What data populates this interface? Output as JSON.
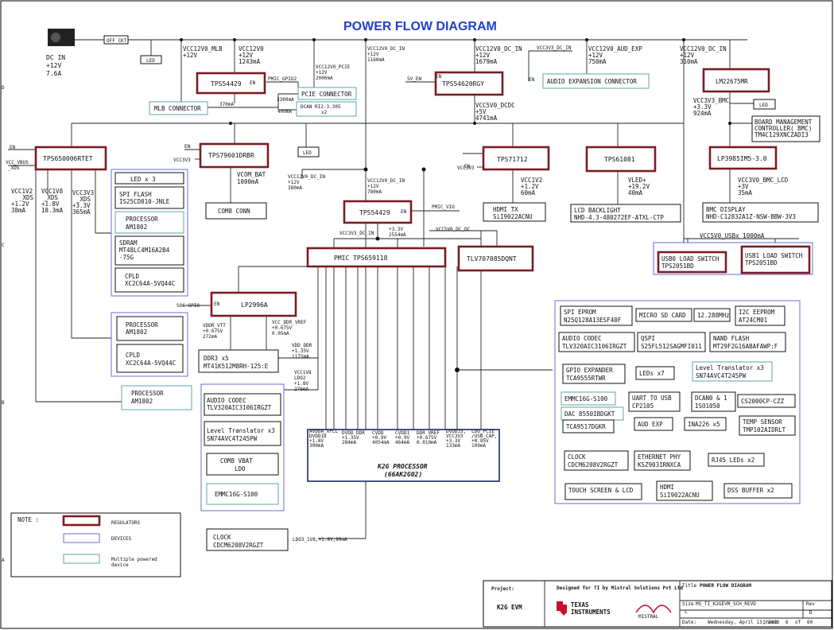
{
  "title": "POWER FLOW DIAGRAM",
  "input": {
    "line1": "DC IN",
    "line2": "+12V",
    "line3": "7.6A",
    "switch": "OFF CKT",
    "led": "LED"
  },
  "rails_top": [
    {
      "name": "VCC12V0_MLB",
      "v": "+12V"
    },
    {
      "name": "VCC12V0",
      "v": "+12V",
      "i": "1243mA"
    },
    {
      "name": "VCC12V0_PCIE",
      "v": "+12V",
      "i": "2000mA"
    },
    {
      "name": "VCC12V0_DC_IN",
      "v": "+12V",
      "i": "1160mA"
    },
    {
      "name": "VCC12V0_DC_IN",
      "v": "+12V",
      "i": "1679mA"
    },
    {
      "name": "VCC3V3_DC_IN"
    },
    {
      "name": "VCC12V0_AUD_EXP",
      "v": "+12V",
      "i": "750mA"
    },
    {
      "name": "VCC12V0_DC_IN",
      "v": "+12V",
      "i": "310mA"
    }
  ],
  "regulators": {
    "tps54429a": "TPS54429",
    "tps54620": "TPS54620RGY",
    "lm": "LM22675MR",
    "tps650006": "TPS650006RTET",
    "tps79601": "TPS79601DRBR",
    "tps71712": "TPS71712",
    "tps61081": "TPS61081",
    "lp3985": "LP3985IM5-3.0",
    "tps54429b": "TPS54429",
    "pmic": "PMIC  TPS659118",
    "tlv": "TLV707085DQNT",
    "lp2996": "LP2996A"
  },
  "devices": {
    "mlb": "MLB CONNECTOR",
    "pcie": "PCIE CONNECTOR",
    "dcan1": "DCAN RI2-3.305",
    "dcan2": "x2",
    "audio_exp": "AUDIO EXPANSION CONNECTOR",
    "led2": "LED",
    "led3": "LED",
    "led4": "LED",
    "bmc1": "BOARD MANAGEMENT",
    "bmc2": "CONTROLLER( BMC)",
    "bmc3": "TM4C129XNCZADI3",
    "com8": "COM8 CONN",
    "hdmi1": "HDMI TX",
    "hdmi2": "SiI9022ACNU",
    "lcd1": "LCD BACKLIGHT",
    "lcd2": "NHD-4.3-480272EF-ATXL-CTP",
    "bmcd1": "BMC DISPLAY",
    "bmcd2": "NHD-C12832A1Z-NSW-BBW-3V3",
    "usb0a": "USB0 LOAD SWITCH",
    "usb0b": "TPS2051BD",
    "usb1a": "USB1 LOAD SWITCH",
    "usb1b": "TPS2051BD",
    "ledx3": "LED x 3",
    "spi1": "SPI FLASH",
    "spi2": "IS25CD010-JNLE",
    "proc1a": "PROCESSOR",
    "proc1b": "AM1802",
    "sdram1": "SDRAM",
    "sdram2": "MT48LC4M16A2B4",
    "sdram3": "-75G",
    "cpld1a": "CPLD",
    "cpld1b": "XC2C64A-5VQ44C",
    "proc2a": "PROCESSOR",
    "proc2b": "AM1802",
    "cpld2a": "CPLD",
    "cpld2b": "XC2C64A-5VQ44C",
    "proc3a": "PROCESSOR",
    "proc3b": "AM1802",
    "ddr1": "DDR3 x5",
    "ddr2": "MT41K512M8RH-125:E",
    "acodec1": "AUDIO CODEC",
    "acodec2": "TLV320AIC3106IRGZT",
    "lvl1": "Level Translator x3",
    "lvl2": "SN74AVC4T245PW",
    "com8v1": "COM8 VBAT",
    "com8v2": "LDO",
    "emmc": "EMMC16G-S100",
    "clk1": "CLOCK",
    "clk2": "CDCM6208V2RGZT",
    "k2g1": "K2G PROCESSOR",
    "k2g2": "(66AK2G02)"
  },
  "right_panel": [
    {
      "a": "SPI EPROM",
      "b": "N25Q128A13ESF40F"
    },
    {
      "a": "MICRO SD CARD"
    },
    {
      "a": "12.288MHz"
    },
    {
      "a": "I2C EEPROM",
      "b": "AT24CM01"
    },
    {
      "a": "AUDIO CODEC",
      "b": "TLV320AIC3106IRGZT"
    },
    {
      "a": "QSPI",
      "b": "S25FL512SAGMFI011"
    },
    {
      "a": "NAND FLASH",
      "b": "MT29F2G16ABAFAWP:F"
    },
    {
      "a": "GPIO EXPANDER",
      "b": "TCA9555RTWR"
    },
    {
      "a": "LEDs x7"
    },
    {
      "a": "Level Translator x3",
      "b": "SN74AVC4T245PW"
    },
    {
      "a": "EMMC16G-S100"
    },
    {
      "a": "UART TO USB",
      "b": "CP2105"
    },
    {
      "a": "DCAN0 & 1",
      "b": "ISO1050"
    },
    {
      "a": "CS2000CP-CZZ"
    },
    {
      "a": "DAC 8550IBDGKT"
    },
    {
      "a": "TCA9517DGKR"
    },
    {
      "a": "AUD EXP"
    },
    {
      "a": "INA226 x5"
    },
    {
      "a": "TEMP SENSOR",
      "b": "TMP102AIDRLT"
    },
    {
      "a": "CLOCK",
      "b": "CDCM6208V2RGZT"
    },
    {
      "a": "ETHERNET PHY",
      "b": "KSZ9031RNXCA"
    },
    {
      "a": "RJ45 LEDs x2"
    },
    {
      "a": "TOUCH SCREEN & LCD"
    },
    {
      "a": "HDMI",
      "b": "SiI9022ACNU"
    },
    {
      "a": "DSS BUFFER x2"
    }
  ],
  "labels": {
    "en": "EN",
    "pmic_gpio2": "PMIC_GPIO2",
    "i370": "370mA",
    "i3300": "3300mA",
    "i400": "400mA",
    "v5en": "5V_EN",
    "vcc5v0_dcdc": "VCC5V0_DCDC",
    "v5": "+5V",
    "i4741": "4741mA",
    "vcc3v3_bmc": "VCC3V3_BMC",
    "v33": "+3.3V",
    "i924": "924mA",
    "vcc_vbus": "VCC_VBUS",
    "xds": "_XDS",
    "vcc3v3": "VCC3V3",
    "vcc1v2_xds": "VCC1V2",
    "xds1": "_XDS",
    "v12": "+1.2V",
    "i38": "38mA",
    "vcc1v8_xds": "VCC1V8",
    "xds2": "_XDS",
    "v18": "+1.8V",
    "i18": "18.3mA",
    "vcc3v3_xds": "VCC3V3",
    "xds3": "_XDS",
    "v33b": "+3.3V",
    "i365": "365mA",
    "vcom_bat": "VCOM_BAT",
    "i1000": "1000mA",
    "vcc12_dcin2": "VCC12V0_DC_IN",
    "v12b": "+12V",
    "i380": "380mA",
    "vcc12_dcin3": "VCC12V0_DC_IN",
    "v12c": "+12V",
    "i780": "780mA",
    "vcc1v2": "VCC1V2",
    "v12d": "+1.2V",
    "i60": "60mA",
    "vled": "VLED+",
    "v192": "+19.2V",
    "i40": "40mA",
    "vcc3v0_bmc": "VCC3V0_BMC_LCD",
    "v3": "+3V",
    "i35": "35mA",
    "pmic_vio": "PMIC_VIO",
    "vcc3v3_dcin": "VCC3V3_DC_IN",
    "v33c": "+3.3V",
    "i2554": "2554mA",
    "vcc5v0_dc_dc": "VCC5V0_DC_DC",
    "vcc5v0_usb": "VCC5V0_USBx 1000mA",
    "soc_gpio": "SOC GPIO",
    "vddr_vtt": "VDDR_VTT",
    "v0675": "+0.675V",
    "i272": "272mA",
    "vcc_ddr_vref": "VCC_DDR_VREF",
    "v0675b": "+0.675V",
    "i005": "0.05mA",
    "vdd_ddr": "VDD_DDR",
    "v135": "+1.35V",
    "i1175": "1175mA",
    "vcc1v8": "VCC1V8",
    "ldo2": "LDO2",
    "v18b": "+1.8V",
    "i276": "276mA",
    "ldo3": "LDO3_1V8,+1.8V,90mA"
  },
  "k2g_rails": [
    {
      "a": "AVDDA_XPLL",
      "b": "DVDD18",
      "c": "+1.8V",
      "d": "300mA"
    },
    {
      "a": "DVDD DDR",
      "b": "+1.35V",
      "c": "284mA"
    },
    {
      "a": "CVDD",
      "b": "+0.9V",
      "c": "4054mA"
    },
    {
      "a": "CVDD1",
      "b": "+0.9V",
      "c": "464mA"
    },
    {
      "a": "DDR VREF",
      "b": "+0.675V",
      "c": "0.010mA"
    },
    {
      "a": "DVDD33,",
      "b": "VCC3V3",
      "c": "+3.3V",
      "d": "133mA"
    },
    {
      "a": "LDO_PCIE",
      "b": "/USB_CAP,",
      "c": "+0.85V",
      "d": "109mA"
    }
  ],
  "note": {
    "title": "NOTE :",
    "reg": "REGULATORS",
    "dev": "DEVICES",
    "mul1": "Multiple powered",
    "mul2": "device"
  },
  "titleblock": {
    "project_label": "Project:",
    "project": "K2G EVM",
    "designed": "Designed for TI by Mistral Solutions Pvt Ltd",
    "ti": "TEXAS",
    "ti2": "INSTRUMENTS",
    "mistral": "MISTRAL",
    "title_label": "Title",
    "title": "POWER FLOW DIAGRAM",
    "size_label": "Size",
    "size": "C",
    "doc": "MS_TI_K2GEVM_SCH_REVD",
    "rev_label": "Rev",
    "rev": "D",
    "date_label": "Date:",
    "date": "Wednesday, April 13, 2016",
    "sheet": "Sheet",
    "sheetno": "6",
    "of": "of",
    "total": "60"
  },
  "border_letters": [
    "D",
    "C",
    "B",
    "A"
  ]
}
